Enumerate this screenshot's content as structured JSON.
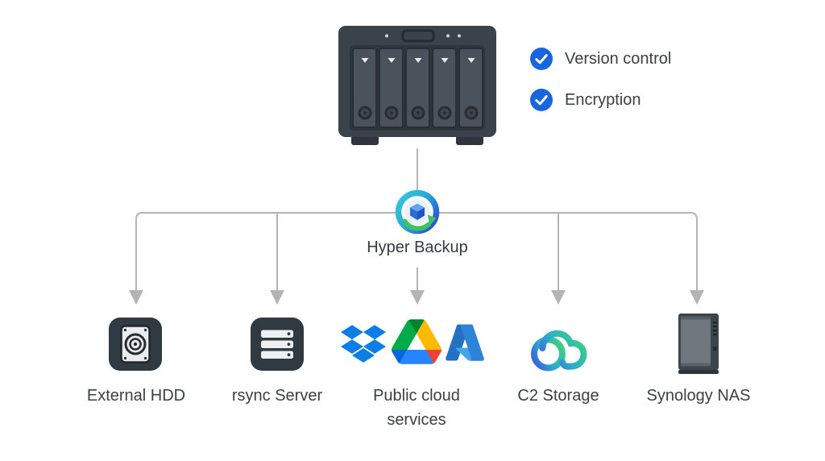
{
  "features": [
    {
      "label": "Version control",
      "icon": "check-circle-icon",
      "color": "#1766DF"
    },
    {
      "label": "Encryption",
      "icon": "check-circle-icon",
      "color": "#1766DF"
    }
  ],
  "source": {
    "icon": "synology-5bay-nas-illustration",
    "bays": 5
  },
  "hub": {
    "label": "Hyper Backup",
    "icon": "hyper-backup-app-icon"
  },
  "destinations": {
    "external_hdd": {
      "label": "External HDD",
      "icon": "external-hdd-icon"
    },
    "rsync_server": {
      "label": "rsync Server",
      "icon": "rsync-server-icon"
    },
    "public_cloud": {
      "line1": "Public cloud",
      "line2": "services",
      "providers": [
        "Dropbox",
        "Google Drive",
        "Microsoft Azure"
      ]
    },
    "c2_storage": {
      "label": "C2 Storage",
      "icon": "c2-cloud-icon"
    },
    "synology_nas": {
      "label": "Synology NAS",
      "icon": "synology-tower-nas-icon"
    }
  },
  "theme": {
    "text": "#3A4045",
    "check-blue": "#1766DF",
    "line-gray": "#B4B4B4",
    "icon-dark": "#2F3A43",
    "dropbox-blue": "#0C7DE5",
    "azure-blue": "#2D83D8",
    "c2-gradient-start": "#3A63E0",
    "c2-gradient-end": "#3ECF7F",
    "hyper-backup-cyan": "#35C8DC",
    "hyper-backup-blue": "#2A58D8",
    "hyper-backup-green": "#3EC162"
  }
}
